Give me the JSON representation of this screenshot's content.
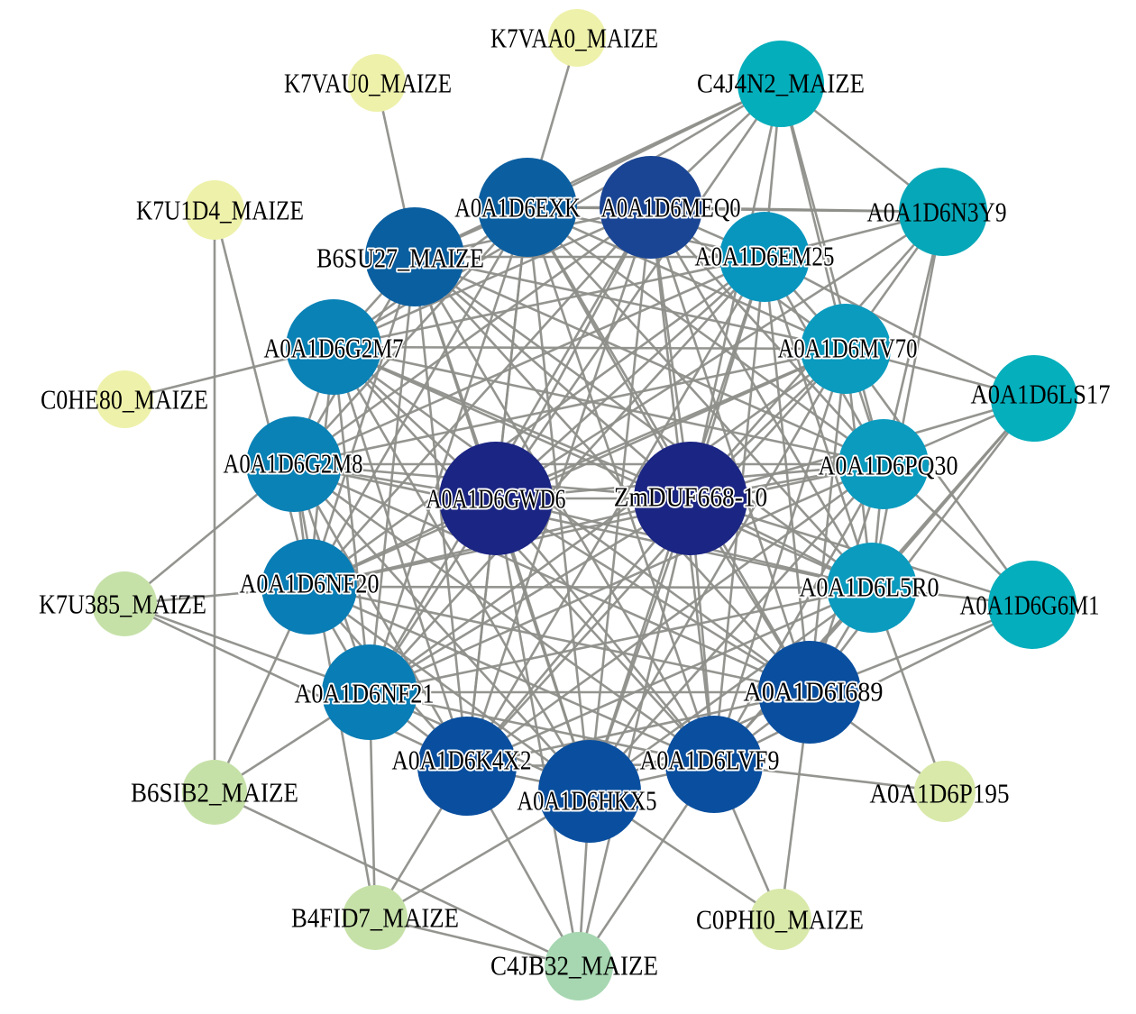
{
  "title": "Protein interaction network of ZmDUF668-10",
  "nodes": [
    {
      "id": "K7VAA0",
      "label": "K7VAA0_MAIZE",
      "color": "#eef1aa",
      "group": "outer"
    },
    {
      "id": "K7VAU0",
      "label": "K7VAU0_MAIZE",
      "color": "#eef1aa",
      "group": "outer"
    },
    {
      "id": "C4J4N2",
      "label": "C4J4N2_MAIZE",
      "color": "#04aebb",
      "group": "outer"
    },
    {
      "id": "K7U1D4",
      "label": "K7U1D4_MAIZE",
      "color": "#eef1aa",
      "group": "outer"
    },
    {
      "id": "EXK",
      "label": "A0A1D6EXK",
      "color": "#0b5fa0",
      "group": "core"
    },
    {
      "id": "MEQ0",
      "label": "A0A1D6MEQ0",
      "color": "#1a4594",
      "group": "core"
    },
    {
      "id": "B6SU27",
      "label": "B6SU27_MAIZE",
      "color": "#0a5fa0",
      "group": "core"
    },
    {
      "id": "EM25",
      "label": "A0A1D6EM25",
      "color": "#0896bf",
      "group": "core"
    },
    {
      "id": "N3Y9",
      "label": "A0A1D6N3Y9",
      "color": "#06a7b8",
      "group": "outer"
    },
    {
      "id": "G2M7",
      "label": "A0A1D6G2M7",
      "color": "#0a82b6",
      "group": "core"
    },
    {
      "id": "MV70",
      "label": "A0A1D6MV70",
      "color": "#0a9bbf",
      "group": "core"
    },
    {
      "id": "LS17",
      "label": "A0A1D6LS17",
      "color": "#05afbc",
      "group": "outer"
    },
    {
      "id": "C0HE80",
      "label": "C0HE80_MAIZE",
      "color": "#eef1aa",
      "group": "outer"
    },
    {
      "id": "G2M8",
      "label": "A0A1D6G2M8",
      "color": "#0a82b6",
      "group": "core"
    },
    {
      "id": "PQ30",
      "label": "A0A1D6PQ30",
      "color": "#0a9bbf",
      "group": "core"
    },
    {
      "id": "GWD6",
      "label": "A0A1D6GWD6",
      "color": "#1b2583",
      "group": "core"
    },
    {
      "id": "ZmDUF",
      "label": "ZmDUF668-10",
      "color": "#1b2583",
      "group": "core"
    },
    {
      "id": "NF20",
      "label": "A0A1D6NF20",
      "color": "#097db5",
      "group": "core"
    },
    {
      "id": "L5R0",
      "label": "A0A1D6L5R0",
      "color": "#0a9bbf",
      "group": "core"
    },
    {
      "id": "G6M1",
      "label": "A0A1D6G6M1",
      "color": "#05aebc",
      "group": "outer"
    },
    {
      "id": "K7U385",
      "label": "K7U385_MAIZE",
      "color": "#c6e1a8",
      "group": "outer"
    },
    {
      "id": "NF21",
      "label": "A0A1D6NF21",
      "color": "#097db5",
      "group": "core"
    },
    {
      "id": "I689",
      "label": "A0A1D6I689",
      "color": "#0a4f9f",
      "group": "core"
    },
    {
      "id": "K4X2",
      "label": "A0A1D6K4X2",
      "color": "#0a4f9f",
      "group": "core"
    },
    {
      "id": "LVF9",
      "label": "A0A1D6LVF9",
      "color": "#0a4f9f",
      "group": "core"
    },
    {
      "id": "HKX5",
      "label": "A0A1D6HKX5",
      "color": "#0a4f9f",
      "group": "core"
    },
    {
      "id": "B6SIB2",
      "label": "B6SIB2_MAIZE",
      "color": "#c6e1a8",
      "group": "outer"
    },
    {
      "id": "P195",
      "label": "A0A1D6P195",
      "color": "#d9e9aa",
      "group": "outer"
    },
    {
      "id": "B4FID7",
      "label": "B4FID7_MAIZE",
      "color": "#c6e1a8",
      "group": "outer"
    },
    {
      "id": "C0PHI0",
      "label": "C0PHI0_MAIZE",
      "color": "#d9e9aa",
      "group": "outer"
    },
    {
      "id": "C4JB32",
      "label": "C4JB32_MAIZE",
      "color": "#a6d7b1",
      "group": "outer"
    }
  ],
  "edges_complete_among": [
    "EXK",
    "MEQ0",
    "B6SU27",
    "EM25",
    "G2M7",
    "MV70",
    "G2M8",
    "PQ30",
    "GWD6",
    "ZmDUF",
    "NF20",
    "L5R0",
    "NF21",
    "I689",
    "K4X2",
    "LVF9",
    "HKX5"
  ],
  "edges": [
    [
      "K7VAA0",
      "EXK"
    ],
    [
      "K7VAU0",
      "B6SU27"
    ],
    [
      "C4J4N2",
      "EXK"
    ],
    [
      "C4J4N2",
      "MEQ0"
    ],
    [
      "C4J4N2",
      "B6SU27"
    ],
    [
      "C4J4N2",
      "EM25"
    ],
    [
      "C4J4N2",
      "MV70"
    ],
    [
      "C4J4N2",
      "G2M7"
    ],
    [
      "C4J4N2",
      "PQ30"
    ],
    [
      "C4J4N2",
      "GWD6"
    ],
    [
      "C4J4N2",
      "ZmDUF"
    ],
    [
      "C4J4N2",
      "N3Y9"
    ],
    [
      "N3Y9",
      "MEQ0"
    ],
    [
      "N3Y9",
      "EM25"
    ],
    [
      "N3Y9",
      "MV70"
    ],
    [
      "N3Y9",
      "PQ30"
    ],
    [
      "N3Y9",
      "L5R0"
    ],
    [
      "N3Y9",
      "ZmDUF"
    ],
    [
      "N3Y9",
      "GWD6"
    ],
    [
      "N3Y9",
      "EXK"
    ],
    [
      "LS17",
      "MV70"
    ],
    [
      "LS17",
      "PQ30"
    ],
    [
      "LS17",
      "L5R0"
    ],
    [
      "LS17",
      "I689"
    ],
    [
      "LS17",
      "EM25"
    ],
    [
      "LS17",
      "ZmDUF"
    ],
    [
      "LS17",
      "LVF9"
    ],
    [
      "G6M1",
      "PQ30"
    ],
    [
      "G6M1",
      "L5R0"
    ],
    [
      "G6M1",
      "I689"
    ],
    [
      "G6M1",
      "LVF9"
    ],
    [
      "G6M1",
      "ZmDUF"
    ],
    [
      "G6M1",
      "MV70"
    ],
    [
      "K7U1D4",
      "B6SIB2"
    ],
    [
      "K7U1D4",
      "NF20"
    ],
    [
      "C0HE80",
      "G2M7"
    ],
    [
      "K7U385",
      "NF20"
    ],
    [
      "K7U385",
      "NF21"
    ],
    [
      "K7U385",
      "G2M8"
    ],
    [
      "K7U385",
      "K4X2"
    ],
    [
      "B6SIB2",
      "NF21"
    ],
    [
      "B6SIB2",
      "NF20"
    ],
    [
      "B6SIB2",
      "C4JB32"
    ],
    [
      "B4FID7",
      "NF21"
    ],
    [
      "B4FID7",
      "K4X2"
    ],
    [
      "B4FID7",
      "HKX5"
    ],
    [
      "B4FID7",
      "C4JB32"
    ],
    [
      "B4FID7",
      "G2M8"
    ],
    [
      "C4JB32",
      "HKX5"
    ],
    [
      "C4JB32",
      "K4X2"
    ],
    [
      "C4JB32",
      "LVF9"
    ],
    [
      "C4JB32",
      "GWD6"
    ],
    [
      "C4JB32",
      "ZmDUF"
    ],
    [
      "C0PHI0",
      "HKX5"
    ],
    [
      "C0PHI0",
      "LVF9"
    ],
    [
      "C0PHI0",
      "I689"
    ],
    [
      "P195",
      "LVF9"
    ],
    [
      "P195",
      "I689"
    ],
    [
      "P195",
      "L5R0"
    ]
  ]
}
